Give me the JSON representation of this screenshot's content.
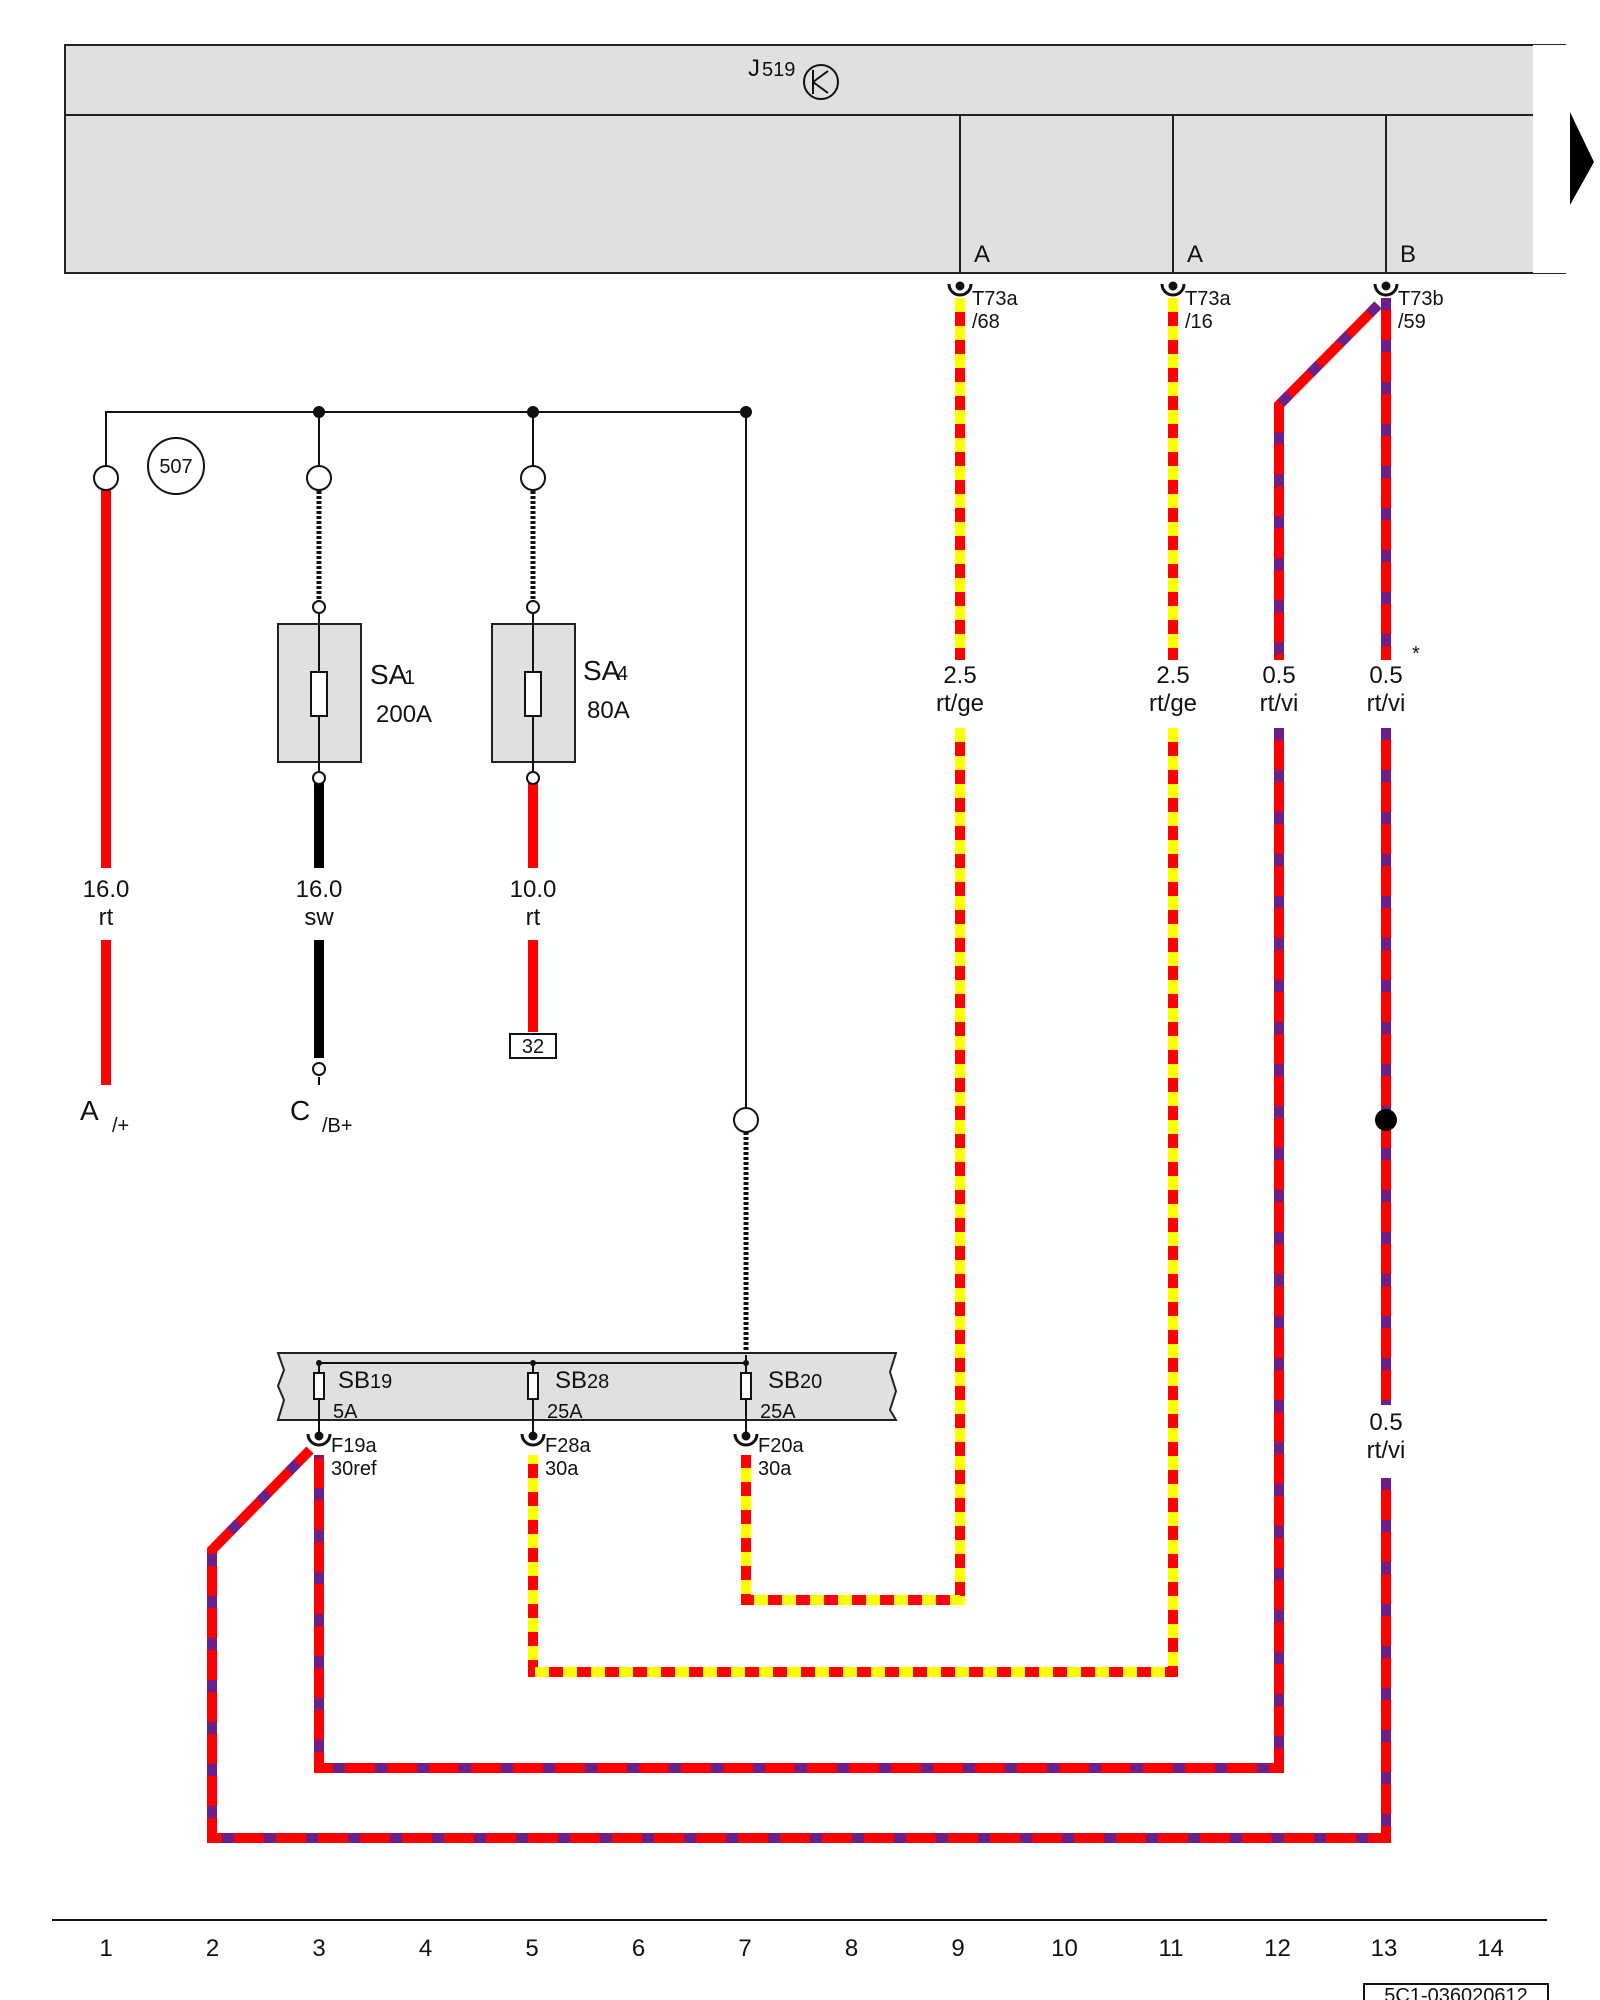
{
  "module": {
    "id_main": "J",
    "id_sub": "519",
    "connectors": [
      {
        "pin_letter": "A",
        "code": "T73a",
        "pin": "/68"
      },
      {
        "pin_letter": "A",
        "code": "T73a",
        "pin": "/16"
      },
      {
        "pin_letter": "B",
        "code": "T73b",
        "pin": "/59"
      }
    ]
  },
  "ground_ref": "507",
  "fuses": {
    "sa1": {
      "main": "SA",
      "sub": "1",
      "rating": "200A"
    },
    "sa4": {
      "main": "SA",
      "sub": "4",
      "rating": "80A"
    }
  },
  "fuse_box": {
    "fuses": [
      {
        "main": "SB",
        "sub": "19",
        "rating": "5A",
        "code": "F19a",
        "terminal": "30ref"
      },
      {
        "main": "SB",
        "sub": "28",
        "rating": "25A",
        "code": "F28a",
        "terminal": "30a"
      },
      {
        "main": "SB",
        "sub": "20",
        "rating": "25A",
        "code": "F20a",
        "terminal": "30a"
      }
    ]
  },
  "wires": [
    {
      "size": "16.0",
      "color": "rt"
    },
    {
      "size": "16.0",
      "color": "sw"
    },
    {
      "size": "10.0",
      "color": "rt"
    },
    {
      "size": "2.5",
      "color": "rt/ge"
    },
    {
      "size": "2.5",
      "color": "rt/ge"
    },
    {
      "size": "0.5",
      "color": "rt/vi"
    },
    {
      "size": "0.5",
      "color": "rt/vi"
    },
    {
      "size": "0.5",
      "color": "rt/vi"
    }
  ],
  "terminals": {
    "a_main": "A",
    "a_sub": "/+",
    "c_main": "C",
    "c_sub": "/B+",
    "ref_32": "32"
  },
  "asterisk": "*",
  "grid_numbers": [
    "1",
    "2",
    "3",
    "4",
    "5",
    "6",
    "7",
    "8",
    "9",
    "10",
    "11",
    "12",
    "13",
    "14"
  ],
  "doc_code": "5C1-036020612",
  "colors": {
    "rt": "#ff0000",
    "ge": "#ffff00",
    "vi": "#6b1f8a",
    "sw": "#000000",
    "module_fill": "#e0e0e0"
  }
}
